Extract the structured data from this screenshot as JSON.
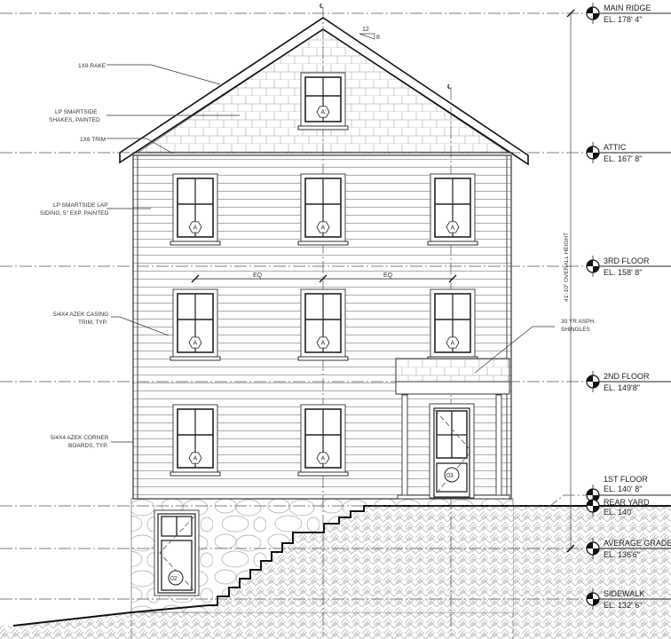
{
  "levels": [
    {
      "name": "MAIN RIDGE",
      "elevation": "EL. 178' 4\""
    },
    {
      "name": "ATTIC",
      "elevation": "EL. 167' 8\""
    },
    {
      "name": "3RD FLOOR",
      "elevation": "EL. 158' 8\""
    },
    {
      "name": "2ND FLOOR",
      "elevation": "EL. 149'8\""
    },
    {
      "name": "1ST FLOOR",
      "elevation": "EL. 140' 8\""
    },
    {
      "name": "REAR YARD",
      "elevation": "EL. 140'"
    },
    {
      "name": "AVERAGE GRADE",
      "elevation": "EL. 136'6\""
    },
    {
      "name": "SIDEWALK",
      "elevation": "EL. 132' 6\""
    }
  ],
  "notes": {
    "rake": "1X8 RAKE",
    "shakes_1": "LP SMARTSIDE",
    "shakes_2": "SHAKES, PAINTED",
    "trim": "1X6 TRIM",
    "siding_1": "LP SMARTSIDE  LAP",
    "siding_2": "SIDING, 5\" EXP. PAINTED",
    "casing_1": "5/4X4 AZEK CASING",
    "casing_2": "TRIM, TYP.",
    "corner_1": "5/4X4 AZEK CORNER",
    "corner_2": "BOARDS, TYP.",
    "shingles_1": "30 YR ASPH.",
    "shingles_2": "SHINGLES"
  },
  "dimensions": {
    "overall_height": "41'-10\" OVERALL HEIGHT",
    "eq": "EQ",
    "pitch_rise": "12",
    "pitch_run": "8",
    "centerline": "℄"
  },
  "tags": {
    "window": "A",
    "attic_window": "A'",
    "front_door": "03",
    "basement_door": "02"
  }
}
